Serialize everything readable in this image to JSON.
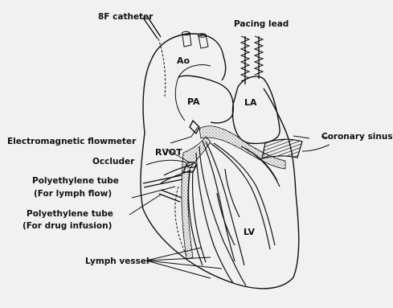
{
  "labels": {
    "catheter": "8F catheter",
    "pacing_lead": "Pacing lead",
    "ao": "Ao",
    "pa": "PA",
    "la": "LA",
    "emf": "Electromagnetic flowmeter",
    "coronary_sinus": "Coronary sinus",
    "occluder": "Occluder",
    "rvot": "RVOT",
    "poly_lymph_1": "Polyethylene tube",
    "poly_lymph_2": "(For lymph flow)",
    "poly_drug_1": "Polyethylene tube",
    "poly_drug_2": "(For drug infusion)",
    "lv": "LV",
    "lymph_vessel": "Lymph vessel"
  },
  "colors": {
    "background": "#f1f1ef",
    "ink": "#111111"
  }
}
